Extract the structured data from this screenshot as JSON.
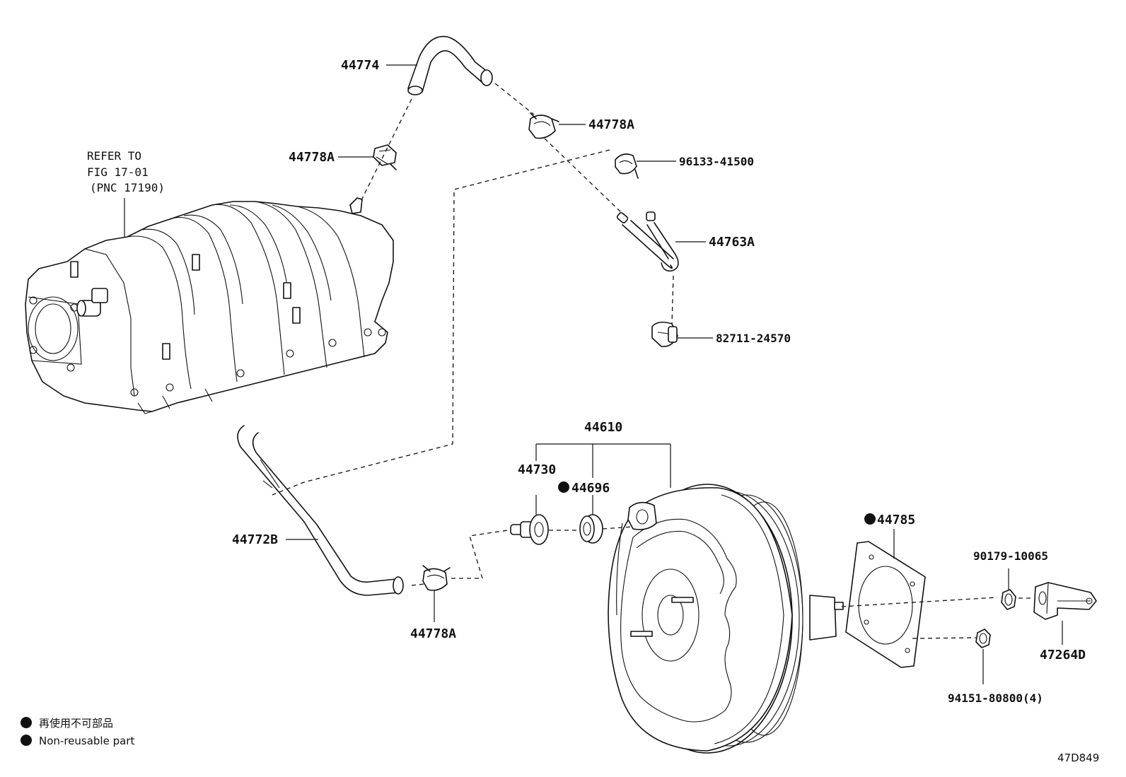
{
  "reference_note": {
    "line1": "REFER TO",
    "line2": "FIG 17-01",
    "line3": "(PNC 17190)"
  },
  "labels": {
    "p44774": "44774",
    "p44778a_top_left": "44778A",
    "p44778a_top_right": "44778A",
    "p96133": "96133-41500",
    "p44763a": "44763A",
    "p82711": "82711-24570",
    "p44610": "44610",
    "p44730": "44730",
    "p44696": "44696",
    "p44785": "44785",
    "p44772b": "44772B",
    "p44778a_bottom": "44778A",
    "p90179": "90179-10065",
    "p47264d": "47264D",
    "p94151": "94151-80800(4)"
  },
  "legend": {
    "line_jp": "再使用不可部品",
    "line_en": "Non-reusable part"
  },
  "figure_code": "47D849"
}
